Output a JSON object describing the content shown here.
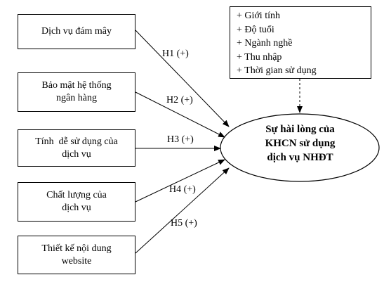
{
  "factors": [
    {
      "lines": [
        "Dịch vụ đám mây"
      ]
    },
    {
      "lines": [
        "Bảo mật hệ thống",
        "ngân hàng"
      ]
    },
    {
      "lines": [
        "Tính  dễ sử dụng của",
        "dịch vụ"
      ]
    },
    {
      "lines": [
        "Chất lượng của",
        "dịch vụ"
      ]
    },
    {
      "lines": [
        "Thiết kế nội dung",
        "website"
      ]
    }
  ],
  "hypotheses": [
    "H1 (+)",
    "H2 (+)",
    "H3 (+)",
    "H4 (+)",
    "H5 (+)"
  ],
  "control_variables": [
    "+ Giới tính",
    "+ Độ tuổi",
    "+ Ngành nghề",
    "+ Thu nhập",
    "+ Thời gian sử dụng"
  ],
  "outcome": {
    "lines": [
      "Sự hài lòng của",
      "KHCN sử dụng",
      "dịch vụ NHĐT"
    ]
  }
}
